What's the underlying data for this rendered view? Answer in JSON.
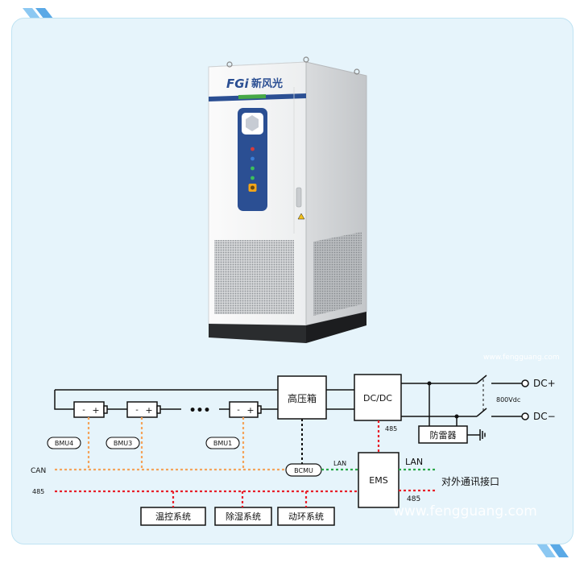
{
  "product": {
    "brand": "FGi",
    "brand_cn": "新风光"
  },
  "watermarks": {
    "small": "www.fengguang.com",
    "large": "www.fengguang.com"
  },
  "diagram": {
    "high_voltage_box": "高压箱",
    "dcdc": "DC/DC",
    "ems": "EMS",
    "bcmu": "BCMU",
    "lightning": "防雷器",
    "bmu_labels": [
      "BMU4",
      "BMU3",
      "BMU1"
    ],
    "ellipsis": "•••",
    "can": "CAN",
    "rs485": "485",
    "lan_small": "LAN",
    "lan_right": "LAN",
    "label_485_dcdc": "485",
    "label_485_right": "485",
    "ext_comm": "对外通讯接口",
    "dc_plus": "DC+",
    "dc_minus": "DC−",
    "voltage": "800Vdc",
    "temp_control": "温控系统",
    "dehumidify": "除湿系统",
    "env_monitor": "动环系统",
    "battery_minus": "-",
    "battery_plus": "+"
  },
  "colors": {
    "can_line": "#f4a35b",
    "rs485_line": "#e8202a",
    "lan_line": "#2aa84a",
    "card_bg": "#e6f4fb",
    "panel_blue": "#2b4f93",
    "deco_blue": "#6fb4ea"
  }
}
